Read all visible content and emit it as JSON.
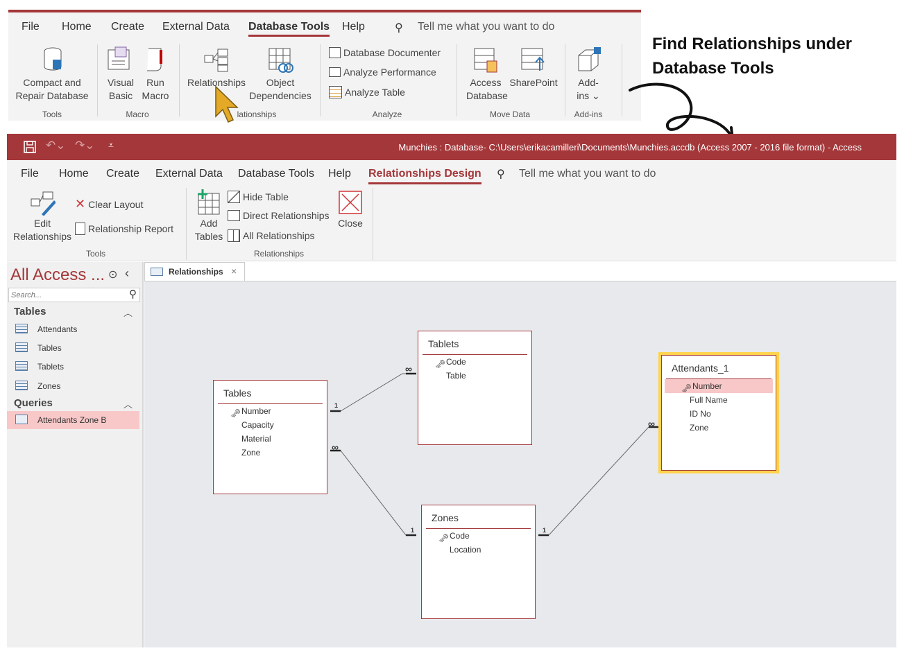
{
  "top_ribbon": {
    "tabs": [
      "File",
      "Home",
      "Create",
      "External Data",
      "Database Tools",
      "Help"
    ],
    "search": "Tell me what you want to do",
    "buttons": {
      "compact": [
        "Compact and",
        "Repair Database"
      ],
      "visual_basic": [
        "Visual",
        "Basic"
      ],
      "run_macro": [
        "Run",
        "Macro"
      ],
      "relationships": "Relationships",
      "object_dep": [
        "Object",
        "Dependencies"
      ],
      "db_documenter": "Database Documenter",
      "analyze_perf": "Analyze Performance",
      "analyze_table": "Analyze Table",
      "access_db": [
        "Access",
        "Database"
      ],
      "sharepoint": "SharePoint",
      "addins": [
        "Add-",
        "ins ⌄"
      ]
    },
    "groups": {
      "tools": "Tools",
      "macro": "Macro",
      "relationships": "lationships",
      "analyze": "Analyze",
      "move_data": "Move Data",
      "addins": "Add-ins"
    }
  },
  "annotation": [
    "Find Relationships under",
    "Database Tools"
  ],
  "title_bar": {
    "title": "Munchies : Database- C:\\Users\\erikacamilleri\\Documents\\Munchies.accdb (Access 2007 - 2016 file format)  -  Access"
  },
  "ribbon": {
    "tabs": [
      "File",
      "Home",
      "Create",
      "External Data",
      "Database Tools",
      "Help",
      "Relationships Design"
    ],
    "search": "Tell me what you want to do",
    "edit_rel": [
      "Edit",
      "Relationships"
    ],
    "clear_layout": "Clear Layout",
    "rel_report": "Relationship Report",
    "add_tables": [
      "Add",
      "Tables"
    ],
    "hide_table": "Hide Table",
    "direct_rel": "Direct Relationships",
    "all_rel": "All Relationships",
    "close": "Close",
    "groups": {
      "tools": "Tools",
      "relationships": "Relationships"
    }
  },
  "nav": {
    "title": "All Access ...",
    "search_placeholder": "Search...",
    "tables_header": "Tables",
    "tables": [
      "Attendants",
      "Tables",
      "Tablets",
      "Zones"
    ],
    "queries_header": "Queries",
    "queries": [
      "Attendants Zone B"
    ]
  },
  "doc_tab": "Relationships",
  "tables": {
    "tables": {
      "title": "Tables",
      "fields": [
        "Number",
        "Capacity",
        "Material",
        "Zone"
      ]
    },
    "tablets": {
      "title": "Tablets",
      "fields": [
        "Code",
        "Table"
      ]
    },
    "zones": {
      "title": "Zones",
      "fields": [
        "Code",
        "Location"
      ]
    },
    "attendants": {
      "title": "Attendants_1",
      "fields": [
        "Number",
        "Full Name",
        "ID No",
        "Zone"
      ]
    }
  },
  "rel_marks": {
    "one": "1",
    "many": "∞"
  },
  "colors": {
    "accent": "#a4373a",
    "highlight": "#ffd34d",
    "selection": "#f8c8c8"
  }
}
